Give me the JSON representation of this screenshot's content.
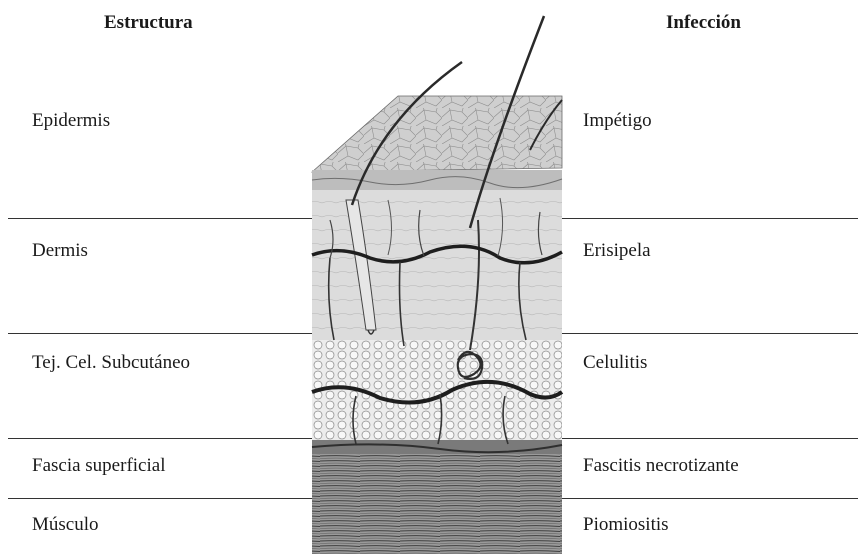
{
  "headers": {
    "structure": "Estructura",
    "infection": "Infección"
  },
  "rows": [
    {
      "structure": "Epidermis",
      "infection": "Impétigo"
    },
    {
      "structure": "Dermis",
      "infection": "Erisipela"
    },
    {
      "structure": "Tej. Cel. Subcutáneo",
      "infection": "Celulitis"
    },
    {
      "structure": "Fascia superficial",
      "infection": "Fascitis necrotizante"
    },
    {
      "structure": "Músculo",
      "infection": "Piomiositis"
    }
  ]
}
